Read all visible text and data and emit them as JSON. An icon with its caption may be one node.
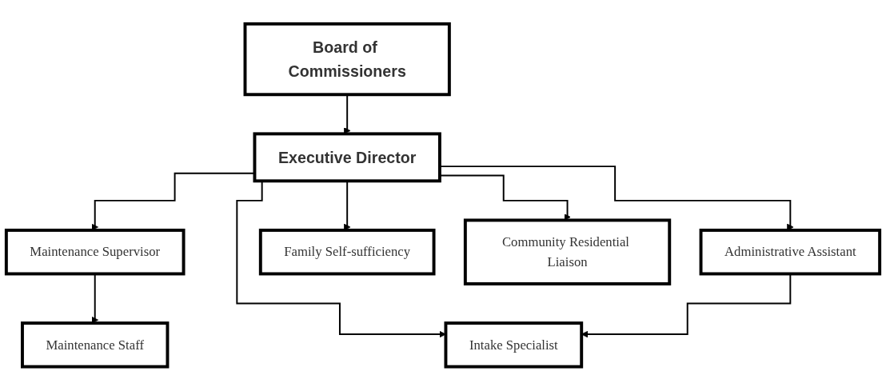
{
  "diagram": {
    "nodes": [
      {
        "text": [
          "Board of Commissioners"
        ]
      },
      {
        "text": [
          "Executive Director"
        ]
      },
      {
        "text": [
          "Maintenance Supervisor"
        ]
      },
      {
        "text": [
          "Administrative Assistant"
        ]
      },
      {
        "text": [
          "Family Self-sufficiency"
        ]
      },
      {
        "text": [
          "Community Residential Liaison"
        ]
      },
      {
        "text": [
          "Maintenance Staff"
        ]
      },
      {
        "text": [
          "Intake Specialist"
        ]
      }
    ],
    "edges": [
      {
        "from": 0,
        "to": 1,
        "arrow": "to"
      },
      {
        "from": 1,
        "to": 2,
        "arrow": "to"
      },
      {
        "from": 1,
        "to": 7,
        "arrow": "to"
      },
      {
        "from": 1,
        "to": 3,
        "arrow": "to"
      },
      {
        "from": 1,
        "to": 5,
        "arrow": "to"
      },
      {
        "from": 1,
        "to": 4,
        "arrow": "to"
      },
      {
        "from": 2,
        "to": 6,
        "arrow": "to"
      },
      {
        "from": 3,
        "to": 7,
        "arrow": "to"
      }
    ]
  }
}
